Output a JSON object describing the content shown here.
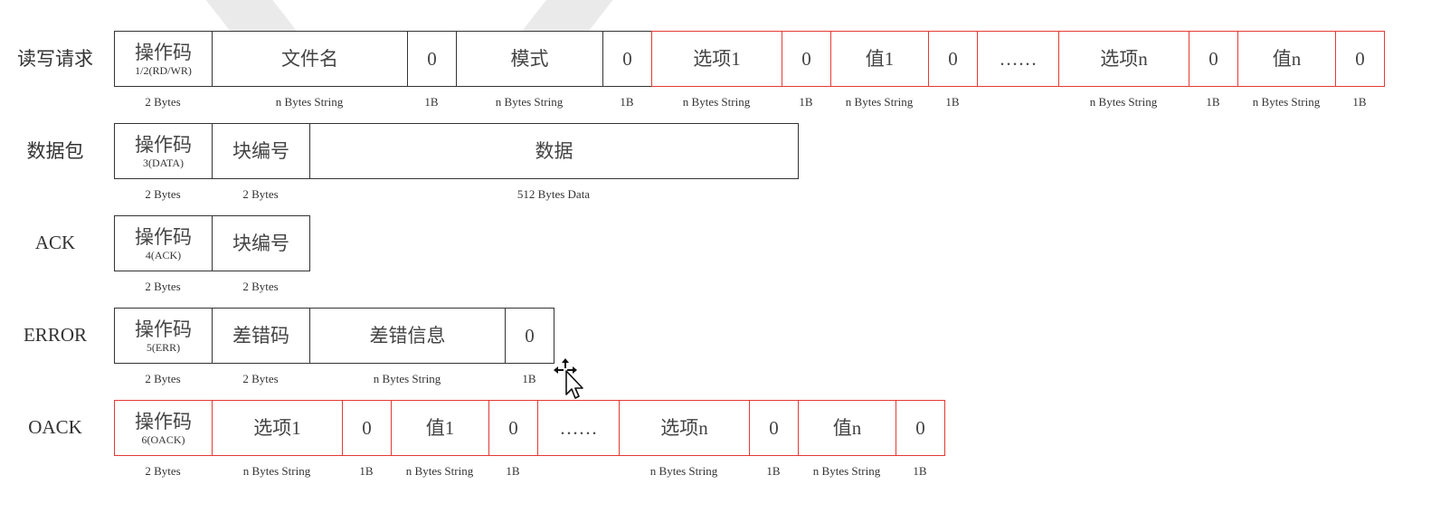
{
  "rows": [
    {
      "label": "读写请求",
      "cells": [
        {
          "main": "操作码",
          "sub": "1/2(RD/WR)",
          "size": "2 Bytes"
        },
        {
          "main": "文件名",
          "size": "n Bytes String"
        },
        {
          "main": "0",
          "size": "1B"
        },
        {
          "main": "模式",
          "size": "n Bytes String"
        },
        {
          "main": "0",
          "size": "1B"
        },
        {
          "main": "选项1",
          "size": "n Bytes String"
        },
        {
          "main": "0",
          "size": "1B"
        },
        {
          "main": "值1",
          "size": "n Bytes String"
        },
        {
          "main": "0",
          "size": "1B"
        },
        {
          "main": "……",
          "size": ""
        },
        {
          "main": "选项n",
          "size": "n Bytes String"
        },
        {
          "main": "0",
          "size": "1B"
        },
        {
          "main": "值n",
          "size": "n Bytes String"
        },
        {
          "main": "0",
          "size": "1B"
        }
      ]
    },
    {
      "label": "数据包",
      "cells": [
        {
          "main": "操作码",
          "sub": "3(DATA)",
          "size": "2 Bytes"
        },
        {
          "main": "块编号",
          "size": "2 Bytes"
        },
        {
          "main": "数据",
          "size": "512 Bytes Data"
        }
      ]
    },
    {
      "label": "ACK",
      "cells": [
        {
          "main": "操作码",
          "sub": "4(ACK)",
          "size": "2 Bytes"
        },
        {
          "main": "块编号",
          "size": "2 Bytes"
        }
      ]
    },
    {
      "label": "ERROR",
      "cells": [
        {
          "main": "操作码",
          "sub": "5(ERR)",
          "size": "2 Bytes"
        },
        {
          "main": "差错码",
          "size": "2 Bytes"
        },
        {
          "main": "差错信息",
          "size": "n Bytes String"
        },
        {
          "main": "0",
          "size": "1B"
        }
      ]
    },
    {
      "label": "OACK",
      "cells": [
        {
          "main": "操作码",
          "sub": "6(OACK)",
          "size": "2 Bytes"
        },
        {
          "main": "选项1",
          "size": "n Bytes String"
        },
        {
          "main": "0",
          "size": "1B"
        },
        {
          "main": "值1",
          "size": "n Bytes String"
        },
        {
          "main": "0",
          "size": "1B"
        },
        {
          "main": "……",
          "size": ""
        },
        {
          "main": "选项n",
          "size": "n Bytes String"
        },
        {
          "main": "0",
          "size": "1B"
        },
        {
          "main": "值n",
          "size": "n Bytes String"
        },
        {
          "main": "0",
          "size": "1B"
        }
      ]
    }
  ],
  "colors": {
    "black_border": "#333333",
    "red_border": "#e53935"
  },
  "cursor_icon": "move-cursor-icon"
}
